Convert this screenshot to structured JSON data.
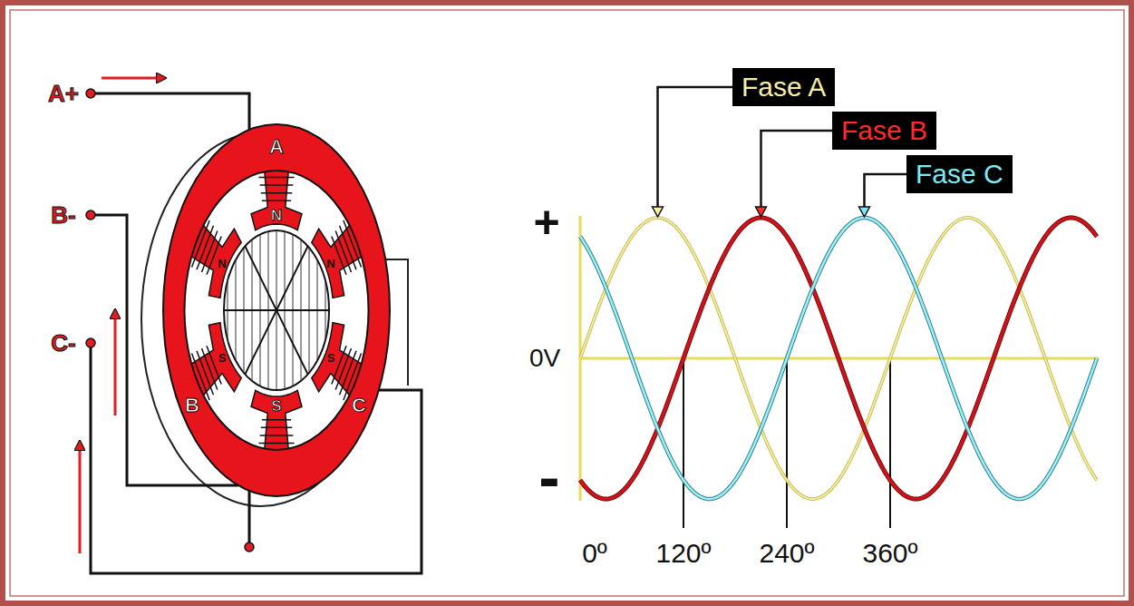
{
  "diagram": {
    "nodes": [
      {
        "text": [
          "Fase A"
        ]
      },
      {
        "text": [
          "Fase B"
        ]
      },
      {
        "text": [
          "Fase C"
        ]
      }
    ],
    "labels": [
      "A+",
      "B-",
      "C-",
      "A",
      "N",
      "N",
      "N",
      "S",
      "S",
      "S",
      "B",
      "C",
      "+",
      "0V",
      "-",
      "0º",
      "120º",
      "240º",
      "360º"
    ]
  }
}
